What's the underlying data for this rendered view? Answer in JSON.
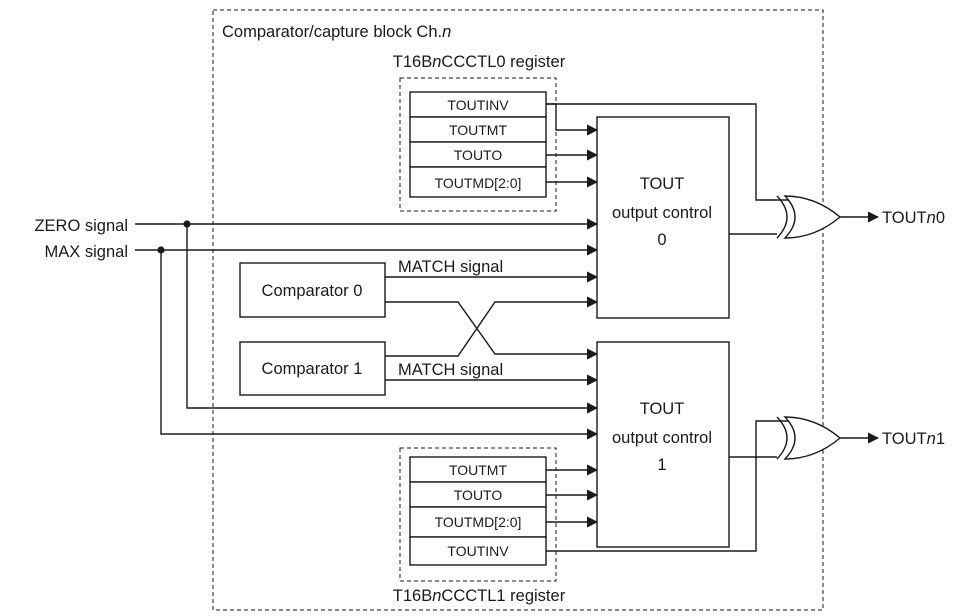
{
  "block": {
    "title_prefix": "Comparator/capture block Ch.",
    "title_n": "n"
  },
  "registers": {
    "reg0": {
      "pre": "T16B",
      "n": "n",
      "post": "CCCTL0 register",
      "fields": [
        "TOUTINV",
        "TOUTMT",
        "TOUTO",
        "TOUTMD[2:0]"
      ]
    },
    "reg1": {
      "pre": "T16B",
      "n": "n",
      "post": "CCCTL1 register",
      "fields": [
        "TOUTMT",
        "TOUTO",
        "TOUTMD[2:0]",
        "TOUTINV"
      ]
    }
  },
  "comparators": [
    "Comparator 0",
    "Comparator 1"
  ],
  "match_label": "MATCH signal",
  "tout_controls": [
    {
      "line1": "TOUT",
      "line2": "output control",
      "line3": "0"
    },
    {
      "line1": "TOUT",
      "line2": "output control",
      "line3": "1"
    }
  ],
  "inputs": {
    "zero": "ZERO signal",
    "max": "MAX signal"
  },
  "outputs": [
    {
      "pre": "TOUT",
      "n": "n",
      "post": "0"
    },
    {
      "pre": "TOUT",
      "n": "n",
      "post": "1"
    }
  ]
}
